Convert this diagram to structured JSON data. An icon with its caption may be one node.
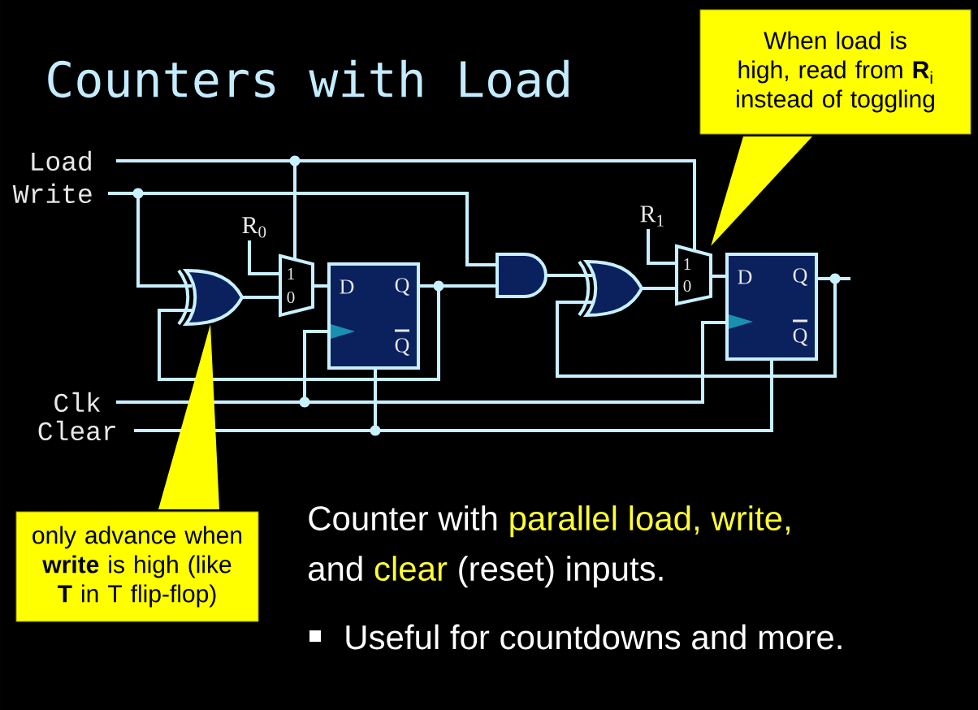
{
  "diagram": {
    "title": "Counters with Load",
    "nodes": [
      {
        "text": [
          "Load"
        ]
      },
      {
        "text": [
          "Write"
        ]
      },
      {
        "text": [
          "Clk"
        ]
      },
      {
        "text": [
          "Clear"
        ]
      },
      {
        "text": [
          "R$_{0}$"
        ]
      },
      {
        "text": [
          "R$_{1}$"
        ]
      },
      {
        "text": [],
        "shape": "gate"
      },
      {
        "text": [
          "1",
          "0"
        ]
      },
      {
        "text": [
          "D",
          "Q",
          "Q"
        ]
      },
      {
        "text": [],
        "shape": "gate"
      },
      {
        "text": [],
        "shape": "gate"
      },
      {
        "text": [
          "1",
          "0"
        ]
      },
      {
        "text": [
          "D",
          "Q",
          "Q"
        ]
      },
      {
        "text": [
          "When load is high, read from **R**$_{i}$ instead of toggling"
        ]
      },
      {
        "text": [
          "only advance when **write** is high (like **T** in T flip-flop)"
        ]
      }
    ],
    "edges": [
      {
        "from": 0,
        "to": 7,
        "arrow": "none"
      },
      {
        "from": 0,
        "to": 11,
        "arrow": "none"
      },
      {
        "from": 1,
        "to": 6,
        "arrow": "none"
      },
      {
        "from": 1,
        "to": 9,
        "arrow": "none"
      },
      {
        "from": 8,
        "to": 6,
        "arrow": "none"
      },
      {
        "from": 8,
        "to": 9,
        "arrow": "none"
      },
      {
        "from": 6,
        "to": 7,
        "arrow": "none"
      },
      {
        "from": 4,
        "to": 7,
        "arrow": "none"
      },
      {
        "from": 7,
        "to": 8,
        "arrow": "none"
      },
      {
        "from": 9,
        "to": 10,
        "arrow": "none"
      },
      {
        "from": 10,
        "to": 11,
        "arrow": "none"
      },
      {
        "from": 5,
        "to": 11,
        "arrow": "none"
      },
      {
        "from": 11,
        "to": 12,
        "arrow": "none"
      },
      {
        "from": 12,
        "to": 10,
        "arrow": "none"
      },
      {
        "from": 12,
        "to": null,
        "arrow": "none"
      },
      {
        "from": 2,
        "to": 8,
        "arrow": "none"
      },
      {
        "from": 2,
        "to": 12,
        "arrow": "none"
      },
      {
        "from": 3,
        "to": 8,
        "arrow": "none"
      },
      {
        "from": 3,
        "to": 12,
        "arrow": "none"
      },
      {
        "from": 13,
        "to": 11,
        "arrow": "to"
      },
      {
        "from": 14,
        "to": 6,
        "arrow": "to"
      }
    ],
    "labels": [
      "Counter with",
      "parallel load, write,",
      "and",
      "clear",
      "(reset) inputs.",
      "Useful for countdowns and more."
    ]
  }
}
